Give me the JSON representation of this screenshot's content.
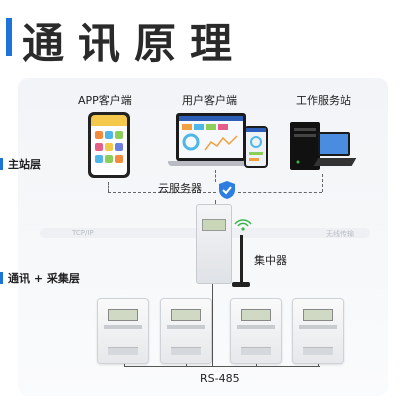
{
  "title": "通讯原理",
  "layers": {
    "master": "主站层",
    "comm": "通讯 + 采集层"
  },
  "nodes": {
    "app": "APP客户端",
    "user": "用户客户端",
    "service": "工作服务站",
    "cloud": "云服务器",
    "concentrator": "集中器",
    "bus": "RS-485"
  },
  "faint_labels": {
    "tcpip": "TCP/IP",
    "right": "无线传输"
  },
  "colors": {
    "accent": "#1e73d8",
    "gprs": "#3bb54a"
  }
}
